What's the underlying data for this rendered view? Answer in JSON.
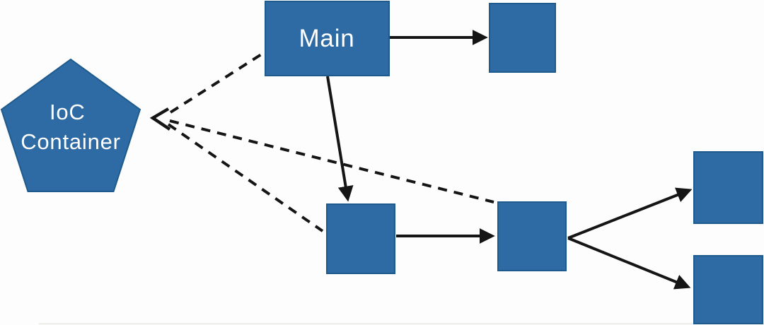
{
  "colors": {
    "background": "#fdfdfd",
    "node_fill": "#2e6ba4",
    "node_border": "#1e5a8c",
    "edge_color": "#151515",
    "label_color": "#ffffff",
    "baseboard_line": "#ebebe8"
  },
  "nodes": {
    "ioc": {
      "shape": "pentagon",
      "label_line1": "IoC",
      "label_line2": "Container"
    },
    "main": {
      "shape": "rect",
      "label": "Main"
    },
    "component_top_right": {
      "shape": "rect",
      "label": ""
    },
    "component_center": {
      "shape": "rect",
      "label": ""
    },
    "component_mid_right": {
      "shape": "rect",
      "label": ""
    },
    "component_far_top": {
      "shape": "rect",
      "label": ""
    },
    "component_far_bottom": {
      "shape": "rect",
      "label": ""
    }
  },
  "edges": [
    {
      "from": "main",
      "to": "component_top_right",
      "style": "solid-arrow"
    },
    {
      "from": "main",
      "to": "component_center",
      "style": "solid-arrow"
    },
    {
      "from": "component_center",
      "to": "component_mid_right",
      "style": "solid-arrow"
    },
    {
      "from": "component_mid_right",
      "to": "component_far_top",
      "style": "solid-arrow"
    },
    {
      "from": "component_mid_right",
      "to": "component_far_bottom",
      "style": "solid-arrow"
    },
    {
      "from": "main",
      "to": "ioc",
      "style": "dashed"
    },
    {
      "from": "component_center",
      "to": "ioc",
      "style": "dashed"
    },
    {
      "from": "component_mid_right",
      "to": "ioc",
      "style": "dashed"
    }
  ]
}
